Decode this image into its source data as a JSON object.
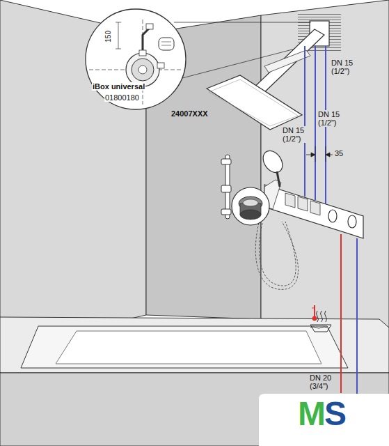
{
  "diagram": {
    "labels": [
      "150",
      "iBox universal",
      "01800180",
      "24007XXX",
      "DN 15 (1/2\")",
      "DN 15 (1/2\")",
      "DN 15 (1/2\")",
      "35",
      "DN 20 (3/4\")",
      "M",
      "S"
    ]
  }
}
